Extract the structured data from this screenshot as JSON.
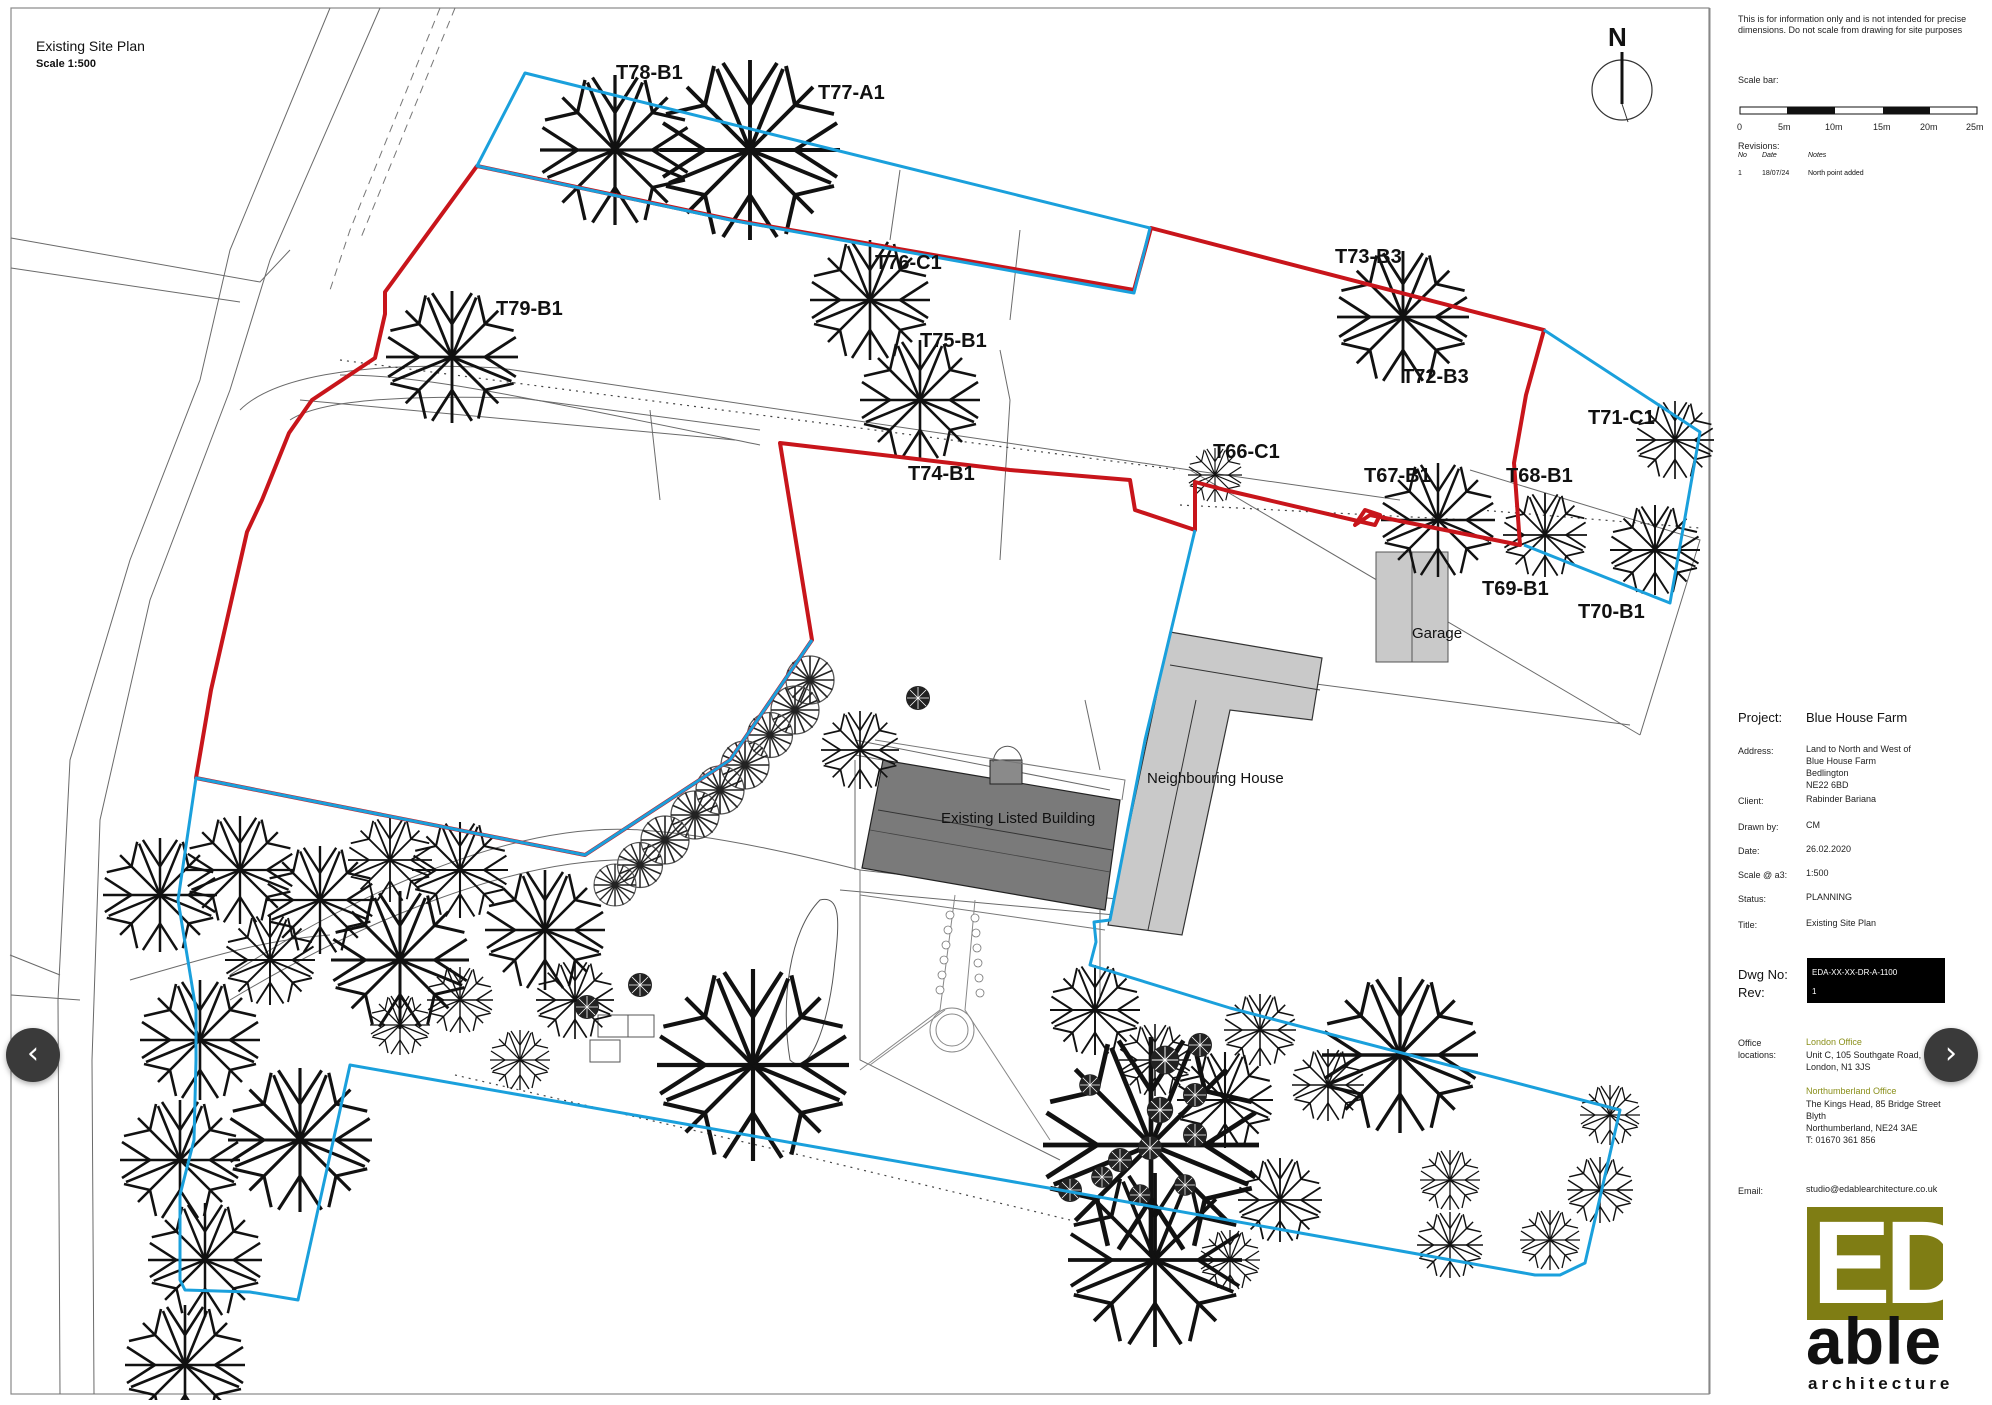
{
  "drawing": {
    "title": "Existing Site Plan",
    "scale": "Scale 1:500",
    "north": "N"
  },
  "map_labels": {
    "trees": [
      "T78-B1",
      "T77-A1",
      "T76-C1",
      "T79-B1",
      "T75-B1",
      "T73-B3",
      "T72-B3",
      "T71-C1",
      "T66-C1",
      "T74-B1",
      "T67-B1",
      "T68-B1",
      "T69-B1",
      "T70-B1"
    ],
    "buildings": {
      "garage": "Garage",
      "neighbouring_house": "Neighbouring House",
      "listed_building": "Existing Listed Building"
    }
  },
  "colors": {
    "site_boundary": "#c8151b",
    "ownership_boundary": "#1aa0dc",
    "building_dark": "#7a7a7a",
    "building_light": "#c9c9c9",
    "logo_olive": "#7f7d14"
  },
  "title_block": {
    "disclaimer": "This is for information only and is not intended for precise dimensions.  Do not scale from drawing for site purposes",
    "scale_bar_label": "Scale bar:",
    "scale_ticks": [
      "0",
      "5m",
      "10m",
      "15m",
      "20m",
      "25m"
    ],
    "revisions_label": "Revisions:",
    "revision_headers": [
      "No",
      "Date",
      "Notes"
    ],
    "revision_row": [
      "1",
      "18/07/24",
      "North point added"
    ],
    "project_label": "Project:",
    "project": "Blue House Farm",
    "address_label": "Address:",
    "address_lines": [
      "Land to North and West of",
      "Blue House Farm",
      "Bedlington",
      "NE22 6BD"
    ],
    "client_label": "Client:",
    "client": "Rabinder Bariana",
    "drawn_by_label": "Drawn by:",
    "drawn_by": "CM",
    "date_label": "Date:",
    "date": "26.02.2020",
    "scale_a3_label": "Scale @ a3:",
    "scale_a3": "1:500",
    "status_label": "Status:",
    "status": "PLANNING",
    "title_label": "Title:",
    "title": "Existing Site Plan",
    "dwg_no_label": "Dwg No:",
    "rev_label": "Rev:",
    "dwg_no": "EDA-XX-XX-DR-A-1100",
    "rev": "1",
    "office_label_1": "Office",
    "office_label_2": "locations:",
    "london_head": "London Office",
    "london_lines": [
      "Unit C, 105 Southgate Road,",
      "London, N1 3JS"
    ],
    "north_head": "Northumberland Office",
    "north_lines": [
      "The Kings Head, 85 Bridge Street",
      "Blyth",
      "Northumberland, NE24 3AE",
      "T: 01670 361 856"
    ],
    "email_label": "Email:",
    "email": "studio@edablearchitecture.co.uk"
  },
  "logo": {
    "mark": "ED",
    "word": "able",
    "sub": "architecture"
  },
  "nav": {
    "prev": "‹",
    "next": "›"
  }
}
